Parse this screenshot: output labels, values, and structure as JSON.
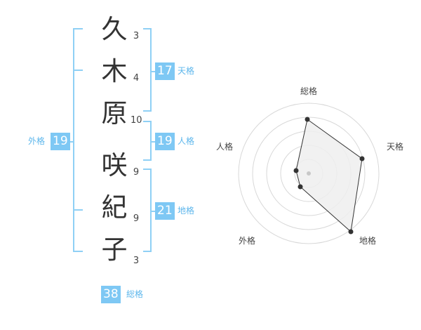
{
  "name": {
    "chars": [
      {
        "char": "久",
        "strokes": "3"
      },
      {
        "char": "木",
        "strokes": "4"
      },
      {
        "char": "原",
        "strokes": "10"
      },
      {
        "char": "咲",
        "strokes": "9"
      },
      {
        "char": "紀",
        "strokes": "9"
      },
      {
        "char": "子",
        "strokes": "3"
      }
    ]
  },
  "scores": {
    "tenkaku": {
      "value": "17",
      "label": "天格"
    },
    "jinkaku": {
      "value": "19",
      "label": "人格"
    },
    "chikaku": {
      "value": "21",
      "label": "地格"
    },
    "gaikaku": {
      "value": "19",
      "label": "外格"
    },
    "soukaku": {
      "value": "38",
      "label": "総格"
    }
  },
  "radar": {
    "labels": {
      "top": "総格",
      "right": "天格",
      "bottom_right": "地格",
      "bottom_left": "外格",
      "left": "人格"
    }
  },
  "colors": {
    "accent": "#7ec8f4",
    "bracket": "#8fd0f5"
  }
}
